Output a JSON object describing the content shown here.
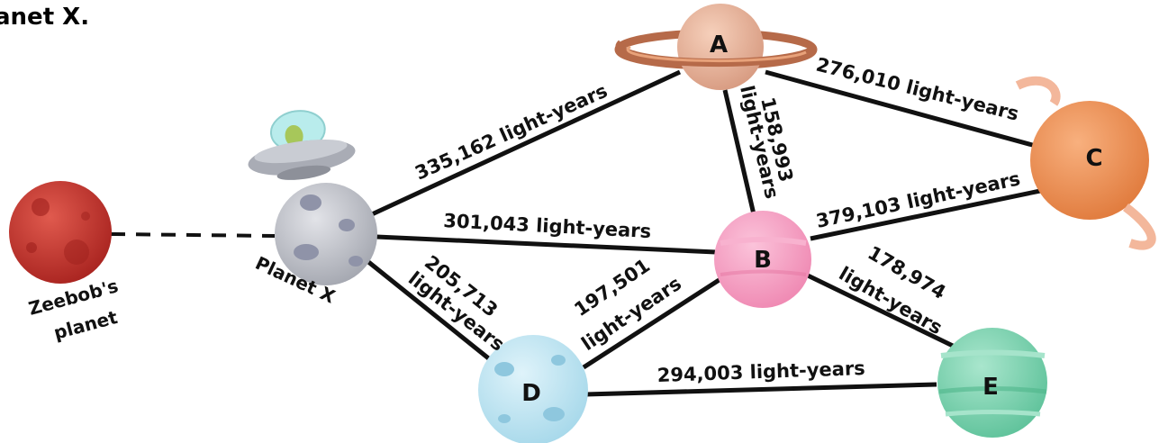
{
  "title": "anet X.",
  "planets": {
    "zeebob_line1": "Zeebob's",
    "zeebob_line2": "planet",
    "planet_x": "Planet X",
    "a": "A",
    "b": "B",
    "c": "C",
    "d": "D",
    "e": "E"
  },
  "edges": {
    "x_a": "335,162 light-years",
    "x_b": "301,043 light-years",
    "x_d_num": "205,713",
    "x_d_unit": "light-years",
    "a_b_num": "158,993",
    "a_b_unit": "light-years",
    "a_c": "276,010 light-years",
    "b_c": "379,103 light-years",
    "b_d_num": "197,501",
    "b_d_unit": "light-years",
    "b_e_num": "178,974",
    "b_e_unit": "light-years",
    "d_e": "294,003 light-years"
  },
  "colors": {
    "zeebob": "#c8352f",
    "planet_x": "#b9bcc4",
    "a": "#e8b39a",
    "b": "#f5a3c4",
    "c": "#f0955a",
    "d": "#bfe6f2",
    "e": "#7fd2b0"
  }
}
